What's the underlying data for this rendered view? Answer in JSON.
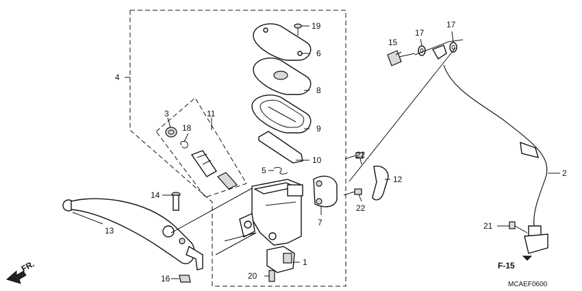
{
  "diagram": {
    "callouts": {
      "c1": "1",
      "c2": "2",
      "c3": "3",
      "c4": "4",
      "c5": "5",
      "c6": "6",
      "c7": "7",
      "c8": "8",
      "c9": "9",
      "c10": "10",
      "c11": "11",
      "c12": "12",
      "c13": "13",
      "c14": "14",
      "c15": "15",
      "c16": "16",
      "c17a": "17",
      "c17b": "17",
      "c18": "18",
      "c19": "19",
      "c20": "20",
      "c21": "21",
      "c22a": "22",
      "c22b": "22"
    },
    "reference": "F-15",
    "direction_label": "FR.",
    "catalog_code": "MCAEF0600"
  }
}
